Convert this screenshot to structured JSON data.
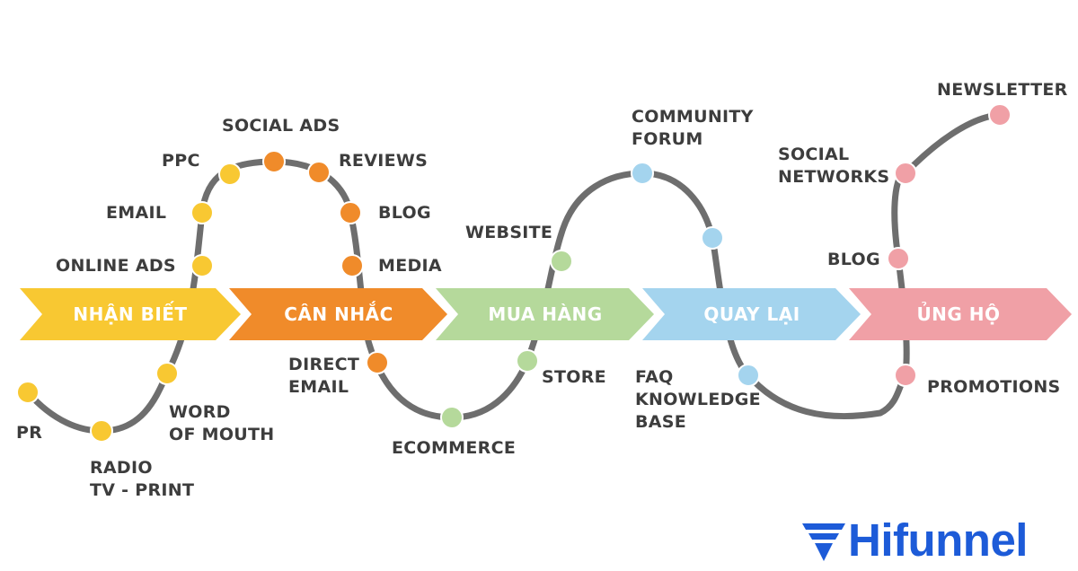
{
  "stages": [
    {
      "label": "NHẬN BIẾT",
      "color": "#f8c832"
    },
    {
      "label": "CÂN NHẮC",
      "color": "#f08b2a"
    },
    {
      "label": "MUA HÀNG",
      "color": "#b5d99b"
    },
    {
      "label": "QUAY LẠI",
      "color": "#a4d4ee"
    },
    {
      "label": "ỦNG HỘ",
      "color": "#f0a0a6"
    }
  ],
  "touchpoints": {
    "pr": "PR",
    "radio": "RADIO\nTV - PRINT",
    "word_of_mouth": "WORD\nOF MOUTH",
    "online_ads": "ONLINE ADS",
    "email": "EMAIL",
    "ppc": "PPC",
    "social_ads": "SOCIAL ADS",
    "reviews": "REVIEWS",
    "blog_consider": "BLOG",
    "media": "MEDIA",
    "direct_email": "DIRECT\nEMAIL",
    "ecommerce": "ECOMMERCE",
    "store": "STORE",
    "website": "WEBSITE",
    "community_forum": "COMMUNITY\nFORUM",
    "faq": "FAQ\nKNOWLEDGE\nBASE",
    "promotions": "PROMOTIONS",
    "blog_advocacy": "BLOG",
    "social_networks": "SOCIAL\nNETWORKS",
    "newsletter": "NEWSLETTER"
  },
  "logo": {
    "text": "Hifunnel",
    "color": "#1d5bd8"
  },
  "colors": {
    "path": "#6e6e6e",
    "text": "#3d3d3d"
  }
}
